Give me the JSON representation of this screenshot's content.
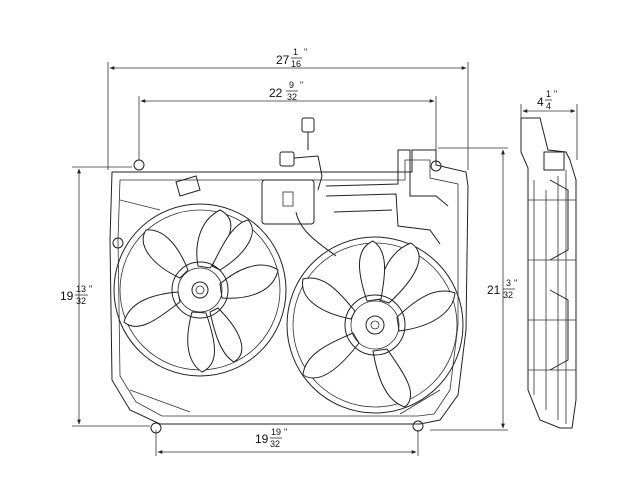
{
  "dimensions": {
    "overall_width": {
      "whole": "27",
      "num": "1",
      "den": "16",
      "unit": "\""
    },
    "shroud_width": {
      "whole": "22",
      "num": "9",
      "den": "32",
      "unit": "\""
    },
    "depth": {
      "whole": "4",
      "num": "1",
      "den": "4",
      "unit": "\""
    },
    "left_height": {
      "whole": "19",
      "num": "13",
      "den": "32",
      "unit": "\""
    },
    "right_height": {
      "whole": "21",
      "num": "3",
      "den": "32",
      "unit": "\""
    },
    "bottom_width": {
      "whole": "19",
      "num": "19",
      "den": "32",
      "unit": "\""
    }
  }
}
